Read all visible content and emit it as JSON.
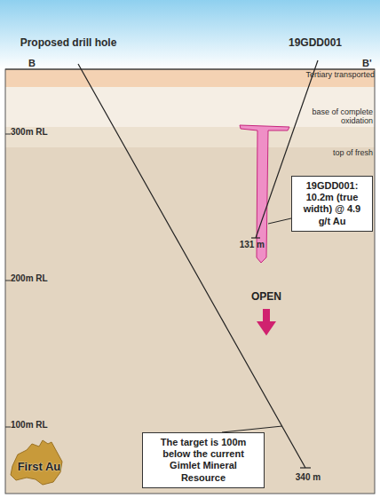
{
  "diagram": {
    "nodes": [
      {
        "text": [
          "19GDD001: 10.2m (true width) @ 4.9 g/t Au"
        ]
      },
      {
        "text": [
          "The target is 100m below the current Gimlet Mineral Resource"
        ]
      }
    ],
    "labels": [
      "B",
      "B'",
      "Proposed drill hole",
      "19GDD001",
      "Tertiary transported",
      "base of complete oxidation",
      "top of fresh",
      "300m RL",
      "200m RL",
      "100m RL",
      "131 m",
      "OPEN",
      "340 m",
      "First Au"
    ]
  }
}
